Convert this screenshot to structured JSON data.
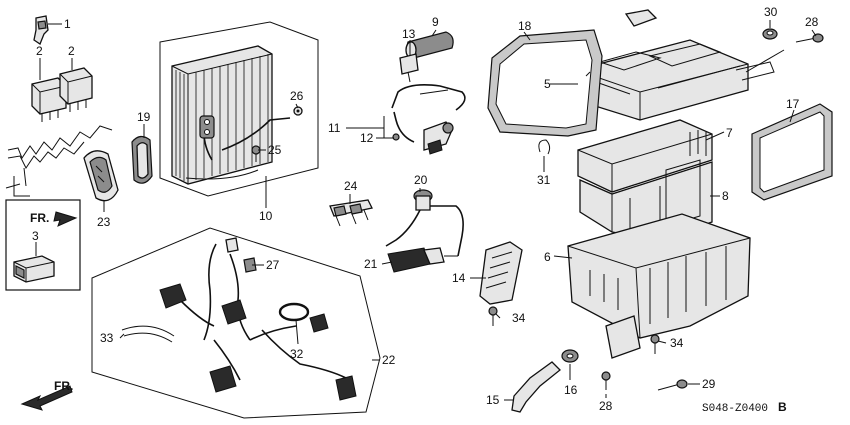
{
  "diagram": {
    "code": "S048-Z0400",
    "code_suffix": "B",
    "front_label": "FR.",
    "callouts": [
      {
        "id": "c1",
        "label": "1"
      },
      {
        "id": "c2a",
        "label": "2"
      },
      {
        "id": "c2b",
        "label": "2"
      },
      {
        "id": "c3",
        "label": "3"
      },
      {
        "id": "c5",
        "label": "5"
      },
      {
        "id": "c6",
        "label": "6"
      },
      {
        "id": "c7",
        "label": "7"
      },
      {
        "id": "c8",
        "label": "8"
      },
      {
        "id": "c9",
        "label": "9"
      },
      {
        "id": "c10",
        "label": "10"
      },
      {
        "id": "c11",
        "label": "11"
      },
      {
        "id": "c12",
        "label": "12"
      },
      {
        "id": "c13",
        "label": "13"
      },
      {
        "id": "c14",
        "label": "14"
      },
      {
        "id": "c15",
        "label": "15"
      },
      {
        "id": "c16",
        "label": "16"
      },
      {
        "id": "c17",
        "label": "17"
      },
      {
        "id": "c18",
        "label": "18"
      },
      {
        "id": "c19",
        "label": "19"
      },
      {
        "id": "c20",
        "label": "20"
      },
      {
        "id": "c21",
        "label": "21"
      },
      {
        "id": "c22",
        "label": "22"
      },
      {
        "id": "c23",
        "label": "23"
      },
      {
        "id": "c24",
        "label": "24"
      },
      {
        "id": "c25",
        "label": "25"
      },
      {
        "id": "c26",
        "label": "26"
      },
      {
        "id": "c27",
        "label": "27"
      },
      {
        "id": "c28a",
        "label": "28"
      },
      {
        "id": "c28b",
        "label": "28"
      },
      {
        "id": "c29",
        "label": "29"
      },
      {
        "id": "c30",
        "label": "30"
      },
      {
        "id": "c31",
        "label": "31"
      },
      {
        "id": "c32",
        "label": "32"
      },
      {
        "id": "c33",
        "label": "33"
      },
      {
        "id": "c34a",
        "label": "34"
      },
      {
        "id": "c34b",
        "label": "34"
      }
    ]
  }
}
